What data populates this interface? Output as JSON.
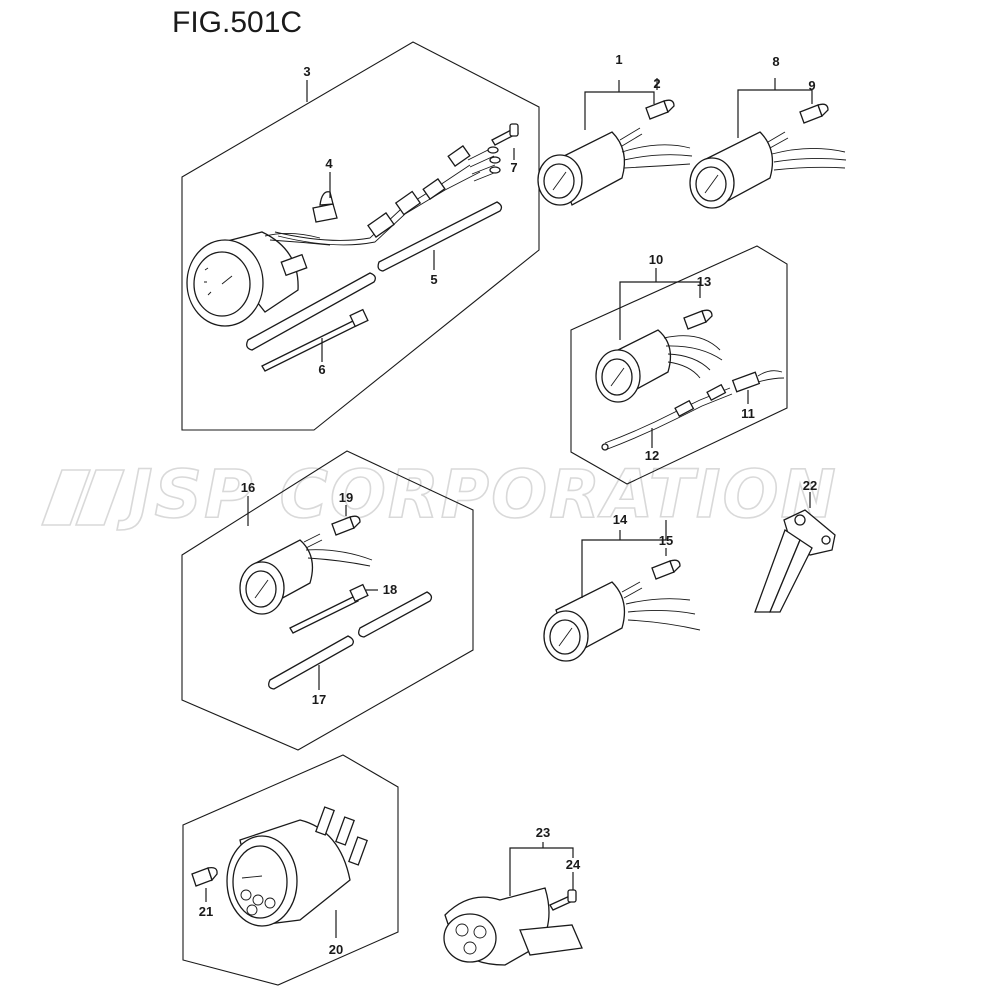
{
  "figure": {
    "title": "FIG.501C"
  },
  "watermark": {
    "text": "JSP CORPORATION",
    "color": "#d9d9d9"
  },
  "callouts": [
    "1",
    "2",
    "3",
    "4",
    "5",
    "6",
    "7",
    "8",
    "9",
    "10",
    "11",
    "12",
    "13",
    "14",
    "15",
    "16",
    "17",
    "18",
    "19",
    "20",
    "21",
    "22",
    "23",
    "24"
  ],
  "colors": {
    "ink": "#1a1a1a",
    "background": "#ffffff"
  }
}
